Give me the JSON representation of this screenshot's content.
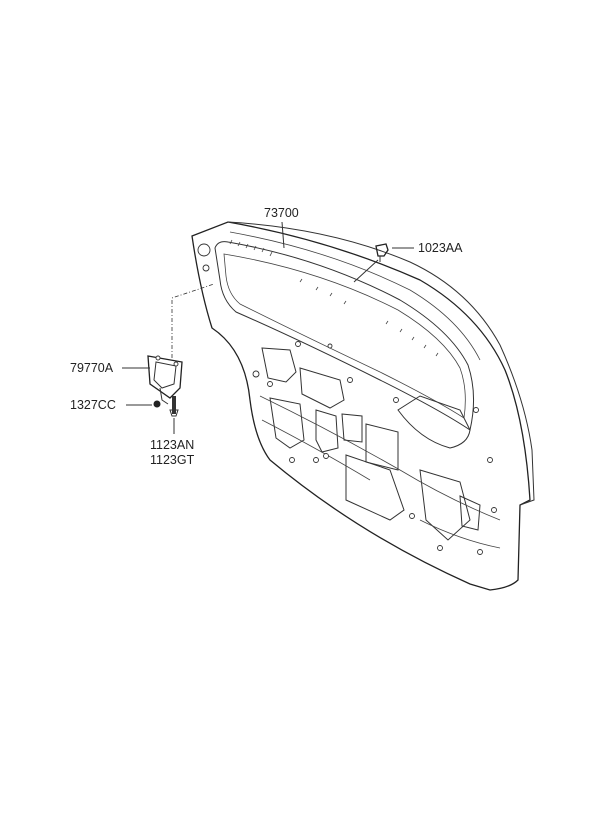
{
  "diagram": {
    "parts": [
      {
        "id": "p1",
        "number": "73700"
      },
      {
        "id": "p2",
        "number": "1023AA"
      },
      {
        "id": "p3",
        "number": "79770A"
      },
      {
        "id": "p4",
        "number": "1327CC"
      },
      {
        "id": "p5",
        "number": "1123AN"
      },
      {
        "id": "p6",
        "number": "1123GT"
      }
    ]
  }
}
